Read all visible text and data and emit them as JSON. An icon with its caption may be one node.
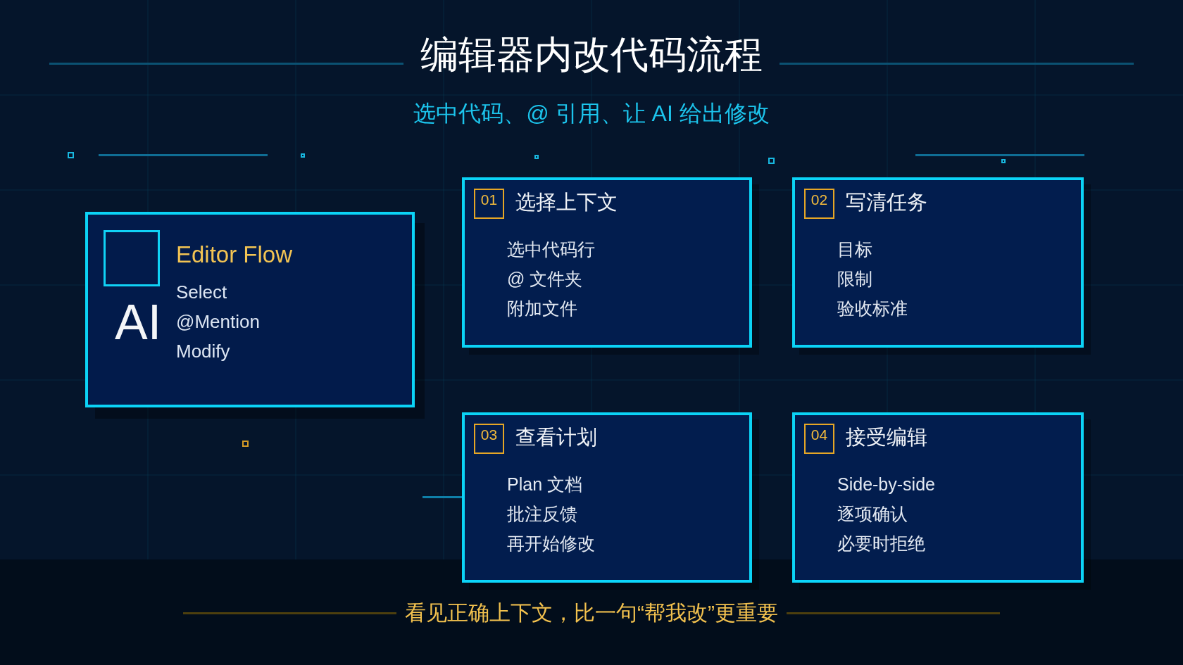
{
  "diagram": {
    "title": "编辑器内改代码流程",
    "caption": "看见正确上下文，比一句“帮我改”更重要",
    "nodes": [
      {
        "text": [
          "AI",
          "Editor Flow",
          "Select",
          "@Mention",
          "Modify"
        ]
      },
      {
        "text": [],
        "shape": "box",
        "in": 0
      },
      {
        "text": [
          "选择上下文",
          "选中代码行",
          "@ 文件夹",
          "附加文件"
        ]
      },
      {
        "text": [
          "01"
        ],
        "in": 2
      },
      {
        "text": [
          "写清任务",
          "目标",
          "限制",
          "验收标准"
        ]
      },
      {
        "text": [
          "02"
        ],
        "in": 4
      },
      {
        "text": [
          "查看计划",
          "Plan 文档",
          "批注反馈",
          "再开始修改"
        ]
      },
      {
        "text": [
          "03"
        ],
        "in": 6
      },
      {
        "text": [
          "接受编辑",
          "Side-by-side",
          "逐项确认",
          "必要时拒绝"
        ]
      },
      {
        "text": [
          "04"
        ],
        "in": 8
      }
    ],
    "labels": [
      "选中代码、@ 引用、让 AI 给出修改"
    ]
  }
}
